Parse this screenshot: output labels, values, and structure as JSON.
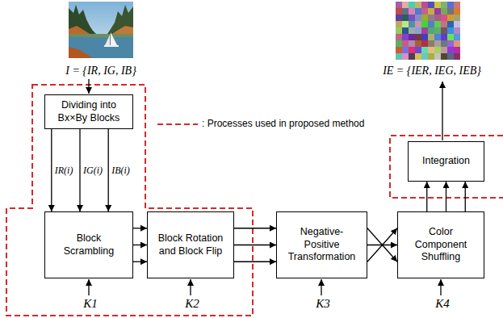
{
  "diagram": {
    "nodes": [
      {
        "text": [
          "Dividing into Bx×By Blocks"
        ]
      },
      {
        "text": [
          "Block Scrambling"
        ]
      },
      {
        "text": [
          "Block Rotation and Block Flip"
        ]
      },
      {
        "text": [
          "Negative-Positive Transformation"
        ]
      },
      {
        "text": [
          "Color Component Shuffling"
        ]
      },
      {
        "text": [
          "Integration"
        ]
      }
    ],
    "edges": [
      {
        "from": 0,
        "to": 1,
        "arrow": "to",
        "label": "IR(i)"
      },
      {
        "from": 0,
        "to": 1,
        "arrow": "to",
        "label": "IG(i)"
      },
      {
        "from": 0,
        "to": 1,
        "arrow": "to",
        "label": "IB(i)"
      },
      {
        "from": 1,
        "to": 2,
        "arrow": "to"
      },
      {
        "from": 1,
        "to": 2,
        "arrow": "to"
      },
      {
        "from": 1,
        "to": 2,
        "arrow": "to"
      },
      {
        "from": 2,
        "to": 3,
        "arrow": "to"
      },
      {
        "from": 2,
        "to": 3,
        "arrow": "to"
      },
      {
        "from": 2,
        "to": 3,
        "arrow": "to"
      },
      {
        "from": 3,
        "to": 4,
        "arrow": "to"
      },
      {
        "from": 3,
        "to": 4,
        "arrow": "to"
      },
      {
        "from": 3,
        "to": 4,
        "arrow": "to"
      },
      {
        "from": 4,
        "to": 5,
        "arrow": "to"
      },
      {
        "from": 4,
        "to": 5,
        "arrow": "to"
      },
      {
        "from": 4,
        "to": 5,
        "arrow": "to"
      }
    ],
    "labels": [
      "I = {IR, IG, IB}",
      "K1",
      "K2",
      "K3",
      "K4",
      "IE = {IER, IEG, IEB}"
    ],
    "legend": [
      {
        "text": ": Processes used in proposed method"
      }
    ]
  }
}
